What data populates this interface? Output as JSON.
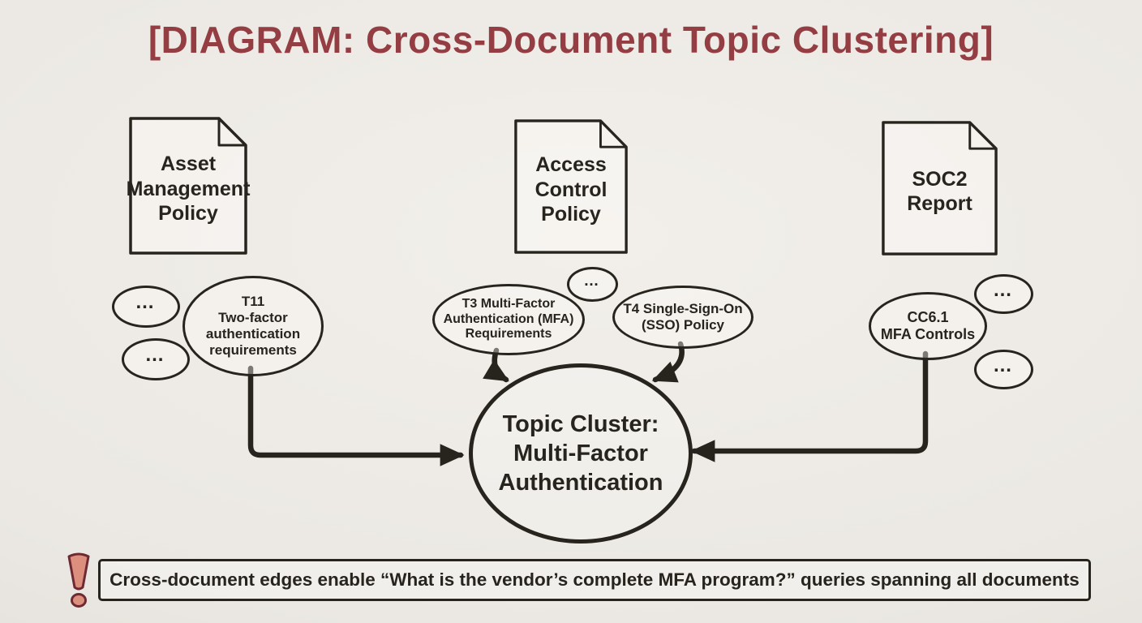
{
  "title": "[DIAGRAM: Cross-Document Topic Clustering]",
  "colors": {
    "ink": "#27241e",
    "title_maroon": "#943e44",
    "exclamation_fill": "#dd8f7e",
    "exclamation_stroke": "#6e2a33"
  },
  "documents": [
    {
      "label": "Asset\nManagement\nPolicy"
    },
    {
      "label": "Access\nControl\nPolicy"
    },
    {
      "label": "SOC2\nReport"
    }
  ],
  "topics": [
    {
      "label": "T11\nTwo-factor\nauthentication\nrequirements"
    },
    {
      "label": "T3 Multi-Factor\nAuthentication (MFA)\nRequirements"
    },
    {
      "label": "T4 Single-Sign-On\n(SSO) Policy"
    },
    {
      "label": "CC6.1\nMFA Controls"
    }
  ],
  "ellipsis": "…",
  "cluster": {
    "label": "Topic Cluster:\nMulti-Factor\nAuthentication"
  },
  "edges": [
    {
      "from": "T11 Two-factor authentication requirements",
      "to": "Topic Cluster: Multi-Factor Authentication"
    },
    {
      "from": "T3 Multi-Factor Authentication (MFA) Requirements",
      "to": "Topic Cluster: Multi-Factor Authentication"
    },
    {
      "from": "T4 Single-Sign-On (SSO) Policy",
      "to": "Topic Cluster: Multi-Factor Authentication"
    },
    {
      "from": "CC6.1 MFA Controls",
      "to": "Topic Cluster: Multi-Factor Authentication"
    }
  ],
  "note": {
    "text": "Cross-document edges enable “What is the vendor’s complete MFA program?” queries spanning all documents"
  }
}
